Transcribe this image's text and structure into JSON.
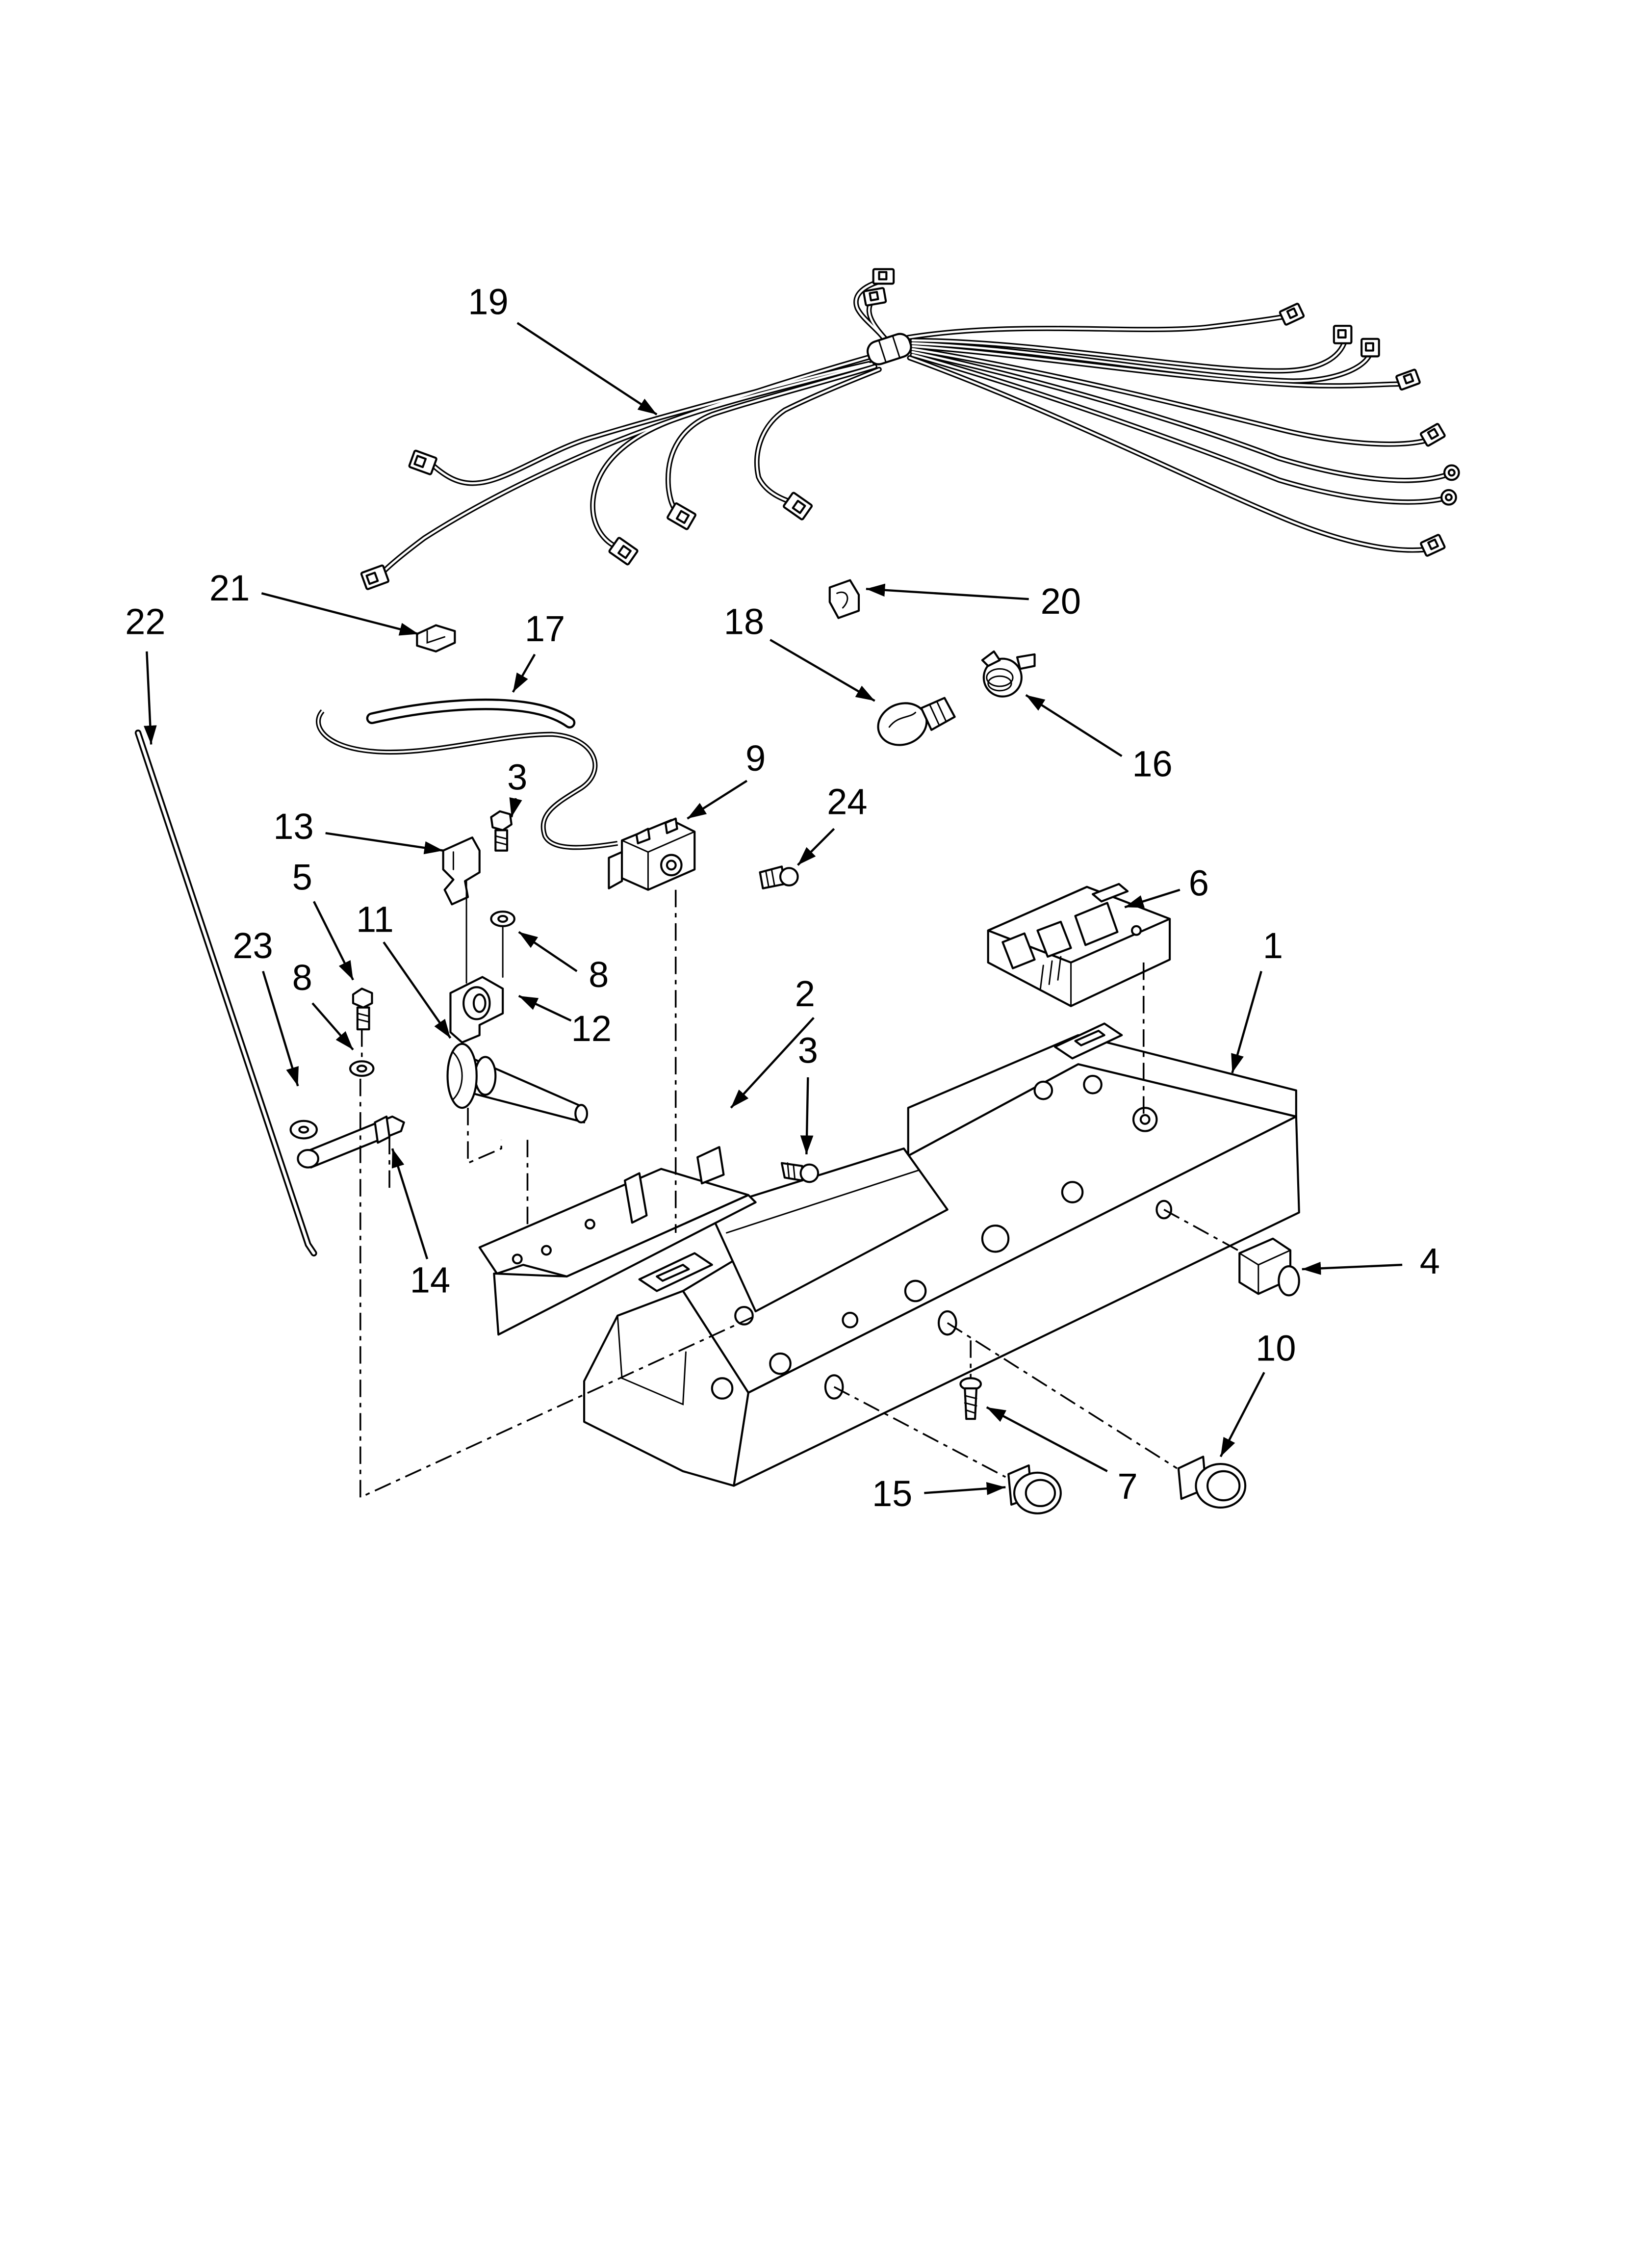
{
  "colors": {
    "background": "#ffffff",
    "line": "#000000"
  },
  "callouts": [
    "19",
    "21",
    "22",
    "17",
    "20",
    "18",
    "16",
    "3",
    "9",
    "24",
    "13",
    "5",
    "11",
    "8",
    "12",
    "6",
    "1",
    "23",
    "8",
    "2",
    "3",
    "14",
    "4",
    "10",
    "15",
    "7"
  ]
}
